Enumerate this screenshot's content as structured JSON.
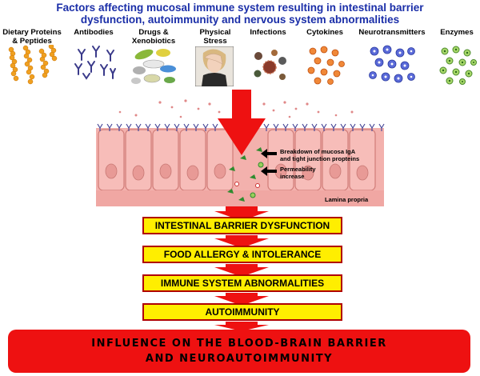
{
  "title": {
    "line1": "Factors affecting mucosal immune system resulting in intestinal barrier",
    "line2": "dysfunction, autoimmunity and nervous system abnormalities"
  },
  "factors": [
    {
      "line1": "Dietary Proteins",
      "line2": "& Peptides",
      "icon": "peptide-chains-icon"
    },
    {
      "line1": "Antibodies",
      "line2": "",
      "icon": "antibodies-icon"
    },
    {
      "line1": "Drugs &",
      "line2": "Xenobiotics",
      "icon": "pills-icon"
    },
    {
      "line1": "Physical",
      "line2": "Stress",
      "icon": "stressed-person-photo"
    },
    {
      "line1": "Infections",
      "line2": "",
      "icon": "microbes-icon"
    },
    {
      "line1": "Cytokines",
      "line2": "",
      "icon": "cytokines-icon"
    },
    {
      "line1": "Neurotransmitters",
      "line2": "",
      "icon": "neurotransmitters-icon"
    },
    {
      "line1": "Enzymes",
      "line2": "",
      "icon": "enzymes-icon"
    }
  ],
  "annotations": {
    "breakdown_line1": "Breakdown of mucosa IgA",
    "breakdown_line2": "and tight junction propteins",
    "permeability_line1": "Permeability",
    "permeability_line2": "increase",
    "lamina": "Lamina propria"
  },
  "steps": [
    "INTESTINAL BARRIER DYSFUNCTION",
    "FOOD ALLERGY & INTOLERANCE",
    "IMMUNE SYSTEM ABNORMALITIES",
    "AUTOIMMUNITY"
  ],
  "final": {
    "line1": "INFLUENCE ON THE BLOOD-BRAIN BARRIER",
    "line2": "AND NEUROAUTOIMMUNITY"
  },
  "colors": {
    "title": "#1a2ea8",
    "arrow": "#ee1111",
    "step_fill": "#ffee00",
    "step_border": "#b00000",
    "tissue": "#f4a9a6",
    "final_fill": "#ee1111"
  }
}
